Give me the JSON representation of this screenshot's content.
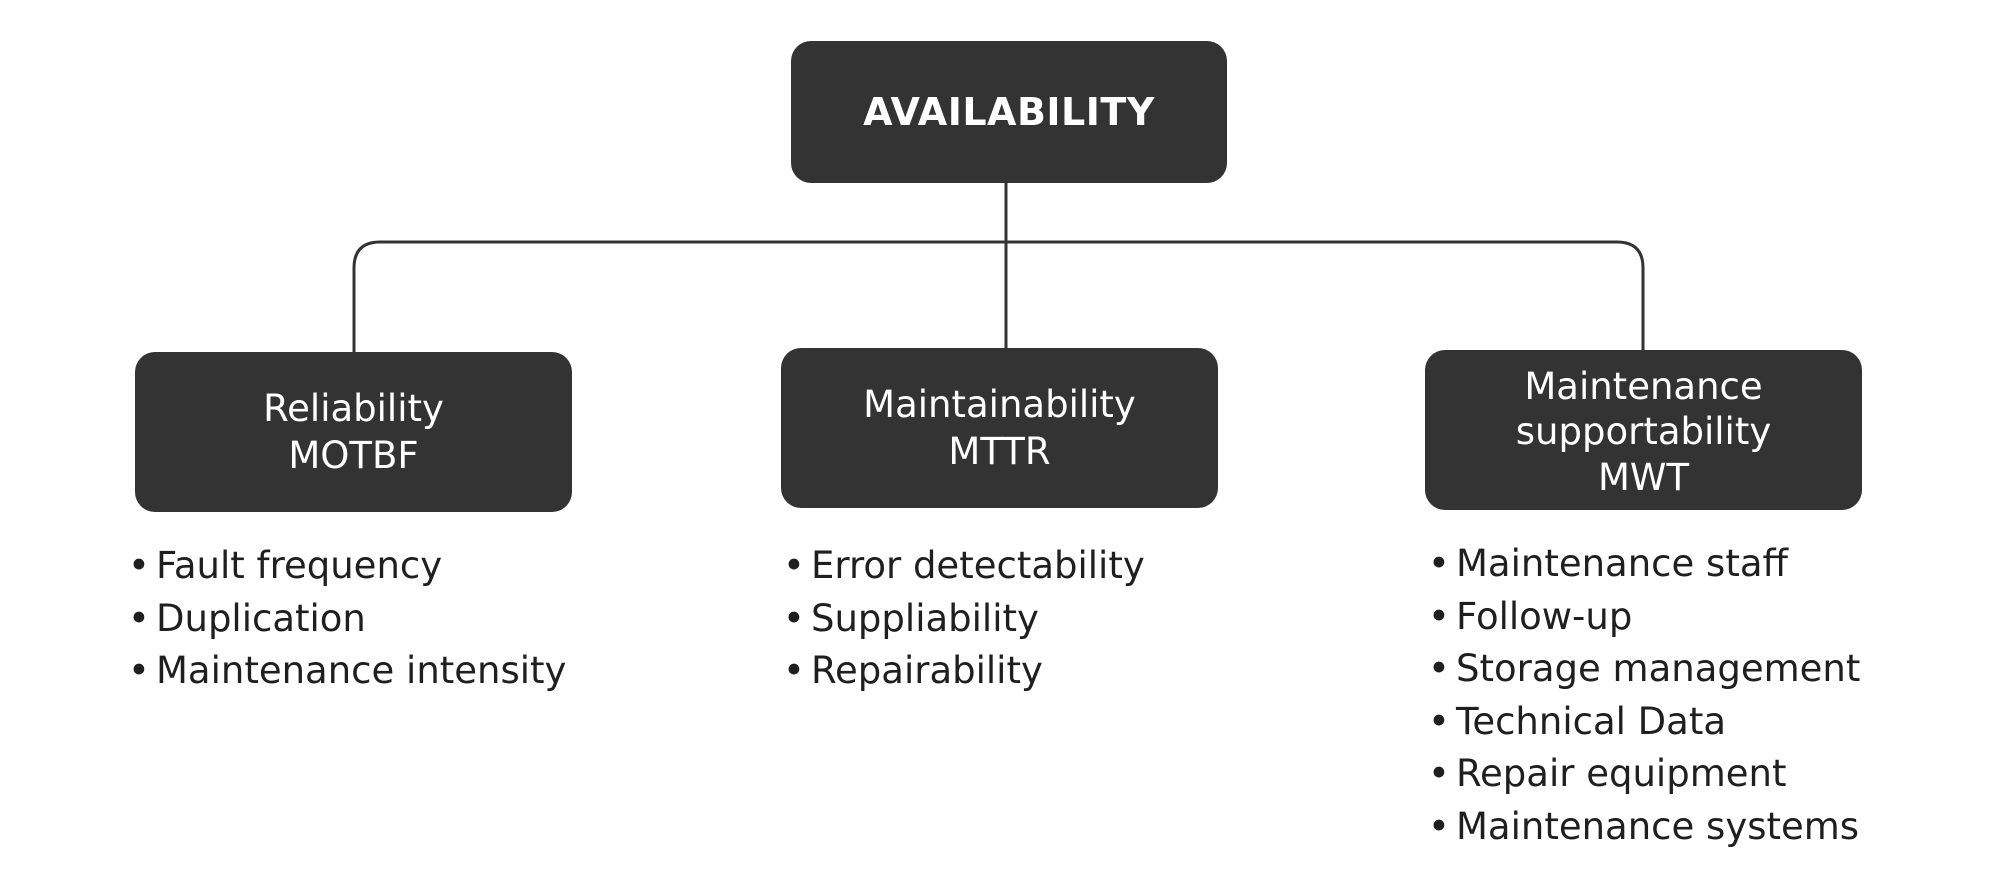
{
  "diagram": {
    "root": {
      "label": "AVAILABILITY"
    },
    "children": [
      {
        "title": [
          "Reliability",
          "MOTBF"
        ],
        "bullets": [
          "Fault frequency",
          "Duplication",
          "Maintenance intensity"
        ]
      },
      {
        "title": [
          "Maintainability",
          "MTTR"
        ],
        "bullets": [
          "Error detectability",
          "Suppliability",
          "Repairability"
        ]
      },
      {
        "title": [
          "Maintenance",
          "supportability",
          "MWT"
        ],
        "bullets": [
          "Maintenance staff",
          "Follow-up",
          "Storage management",
          "Technical Data",
          "Repair equipment",
          "Maintenance systems"
        ]
      }
    ],
    "colors": {
      "box_fill": "#333333",
      "box_text": "#ffffff",
      "connector": "#333333",
      "bullet_text": "#1f1f1f"
    }
  }
}
